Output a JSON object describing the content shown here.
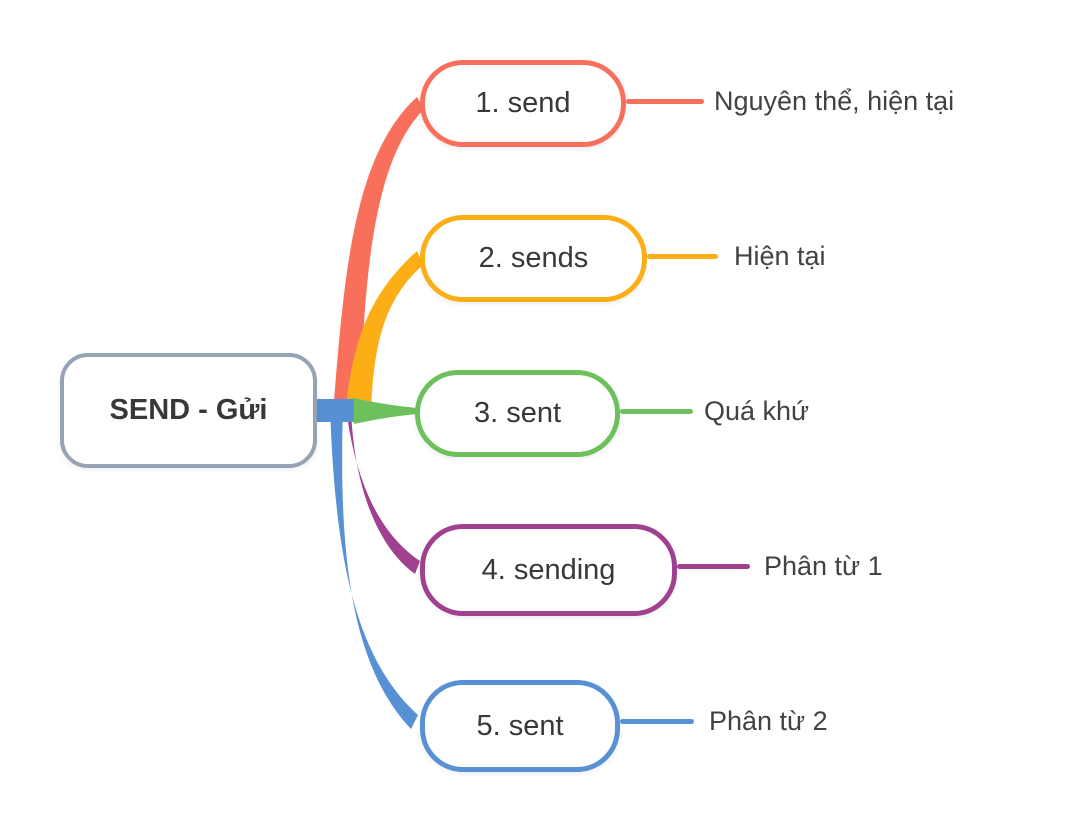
{
  "mindmap": {
    "background": "#FFFFFF",
    "text_color": "#3A3A3A",
    "root": {
      "label": "SEND - Gửi",
      "border_color": "#98A2B5"
    },
    "branches": [
      {
        "label": "1. send",
        "note": "Nguyên thể, hiện tại",
        "color": "#F8705C"
      },
      {
        "label": "2. sends",
        "note": "Hiện tại",
        "color": "#FCAE16"
      },
      {
        "label": "3. sent",
        "note": "Quá khứ",
        "color": "#6EC05C"
      },
      {
        "label": "4. sending",
        "note": "Phân từ 1",
        "color": "#A0418F"
      },
      {
        "label": "5. sent",
        "note": "Phân từ 2",
        "color": "#5890D4"
      }
    ]
  }
}
